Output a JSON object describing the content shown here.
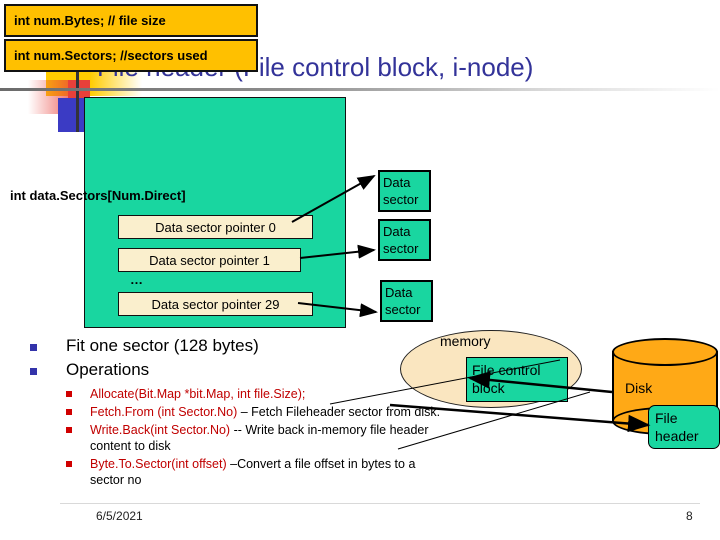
{
  "slide": {
    "title": "File header (File control block, i-node)",
    "title_color": "#333399"
  },
  "file_header_struct": {
    "field_num_bytes": "int num.Bytes; // file size",
    "field_num_sectors": "int num.Sectors; //sectors used",
    "array_decl": "int data.Sectors[Num.Direct]",
    "pointers": [
      "Data sector pointer 0",
      "Data sector pointer 1",
      "Data sector pointer 29"
    ],
    "ellipsis": "…",
    "container_color": "#19D6A0",
    "field_color": "#FFC000",
    "pointer_color": "#FAEFCD"
  },
  "data_sectors": [
    {
      "line1": "Data",
      "line2": "sector"
    },
    {
      "line1": "Data",
      "line2": "sector"
    },
    {
      "line1": "Data",
      "line2": "sector"
    }
  ],
  "bullets": {
    "level1": [
      "Fit  one sector (128 bytes)",
      "Operations"
    ],
    "operations": [
      {
        "code": "Allocate(Bit.Map *bit.Map, int file.Size);",
        "desc": ""
      },
      {
        "code": "Fetch.From (int Sector.No)",
        "desc": " – Fetch  Fileheader sector from disk."
      },
      {
        "code": "Write.Back(int Sector.No)",
        "desc": " -- Write  back in-memory file header  content to disk"
      },
      {
        "code": "Byte.To.Sector(int offset)",
        "desc": " –Convert a file offset in bytes to a sector no"
      }
    ],
    "bullet_color_level1": "#3333AA",
    "bullet_color_level2": "#D00000"
  },
  "memory": {
    "label": "memory",
    "file_control_block_line1": "File control",
    "file_control_block_line2": "block",
    "cloud_color": "#FAE6C0"
  },
  "disk": {
    "label": "Disk",
    "file_header_line1": "File",
    "file_header_line2": "header",
    "cylinder_color": "#FFA916"
  },
  "footer": {
    "date": "6/5/2021",
    "page": "8"
  }
}
